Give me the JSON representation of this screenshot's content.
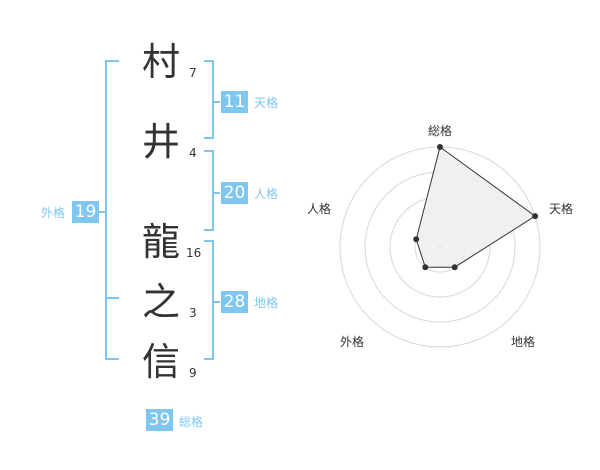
{
  "name_chars": [
    {
      "char": "村",
      "strokes": "7"
    },
    {
      "char": "井",
      "strokes": "4"
    },
    {
      "char": "龍",
      "strokes": "16"
    },
    {
      "char": "之",
      "strokes": "3"
    },
    {
      "char": "信",
      "strokes": "9"
    }
  ],
  "fortunes": {
    "ten": {
      "label": "天格",
      "value": "11"
    },
    "jin": {
      "label": "人格",
      "value": "20"
    },
    "chi": {
      "label": "地格",
      "value": "28"
    },
    "gai": {
      "label": "外格",
      "value": "19"
    },
    "sou": {
      "label": "総格",
      "value": "39"
    }
  },
  "colors": {
    "accent": "#7fc6f0",
    "text": "#333333",
    "grid": "#d8d8d8",
    "fill": "#eeeeee"
  },
  "chart_data": {
    "type": "radar",
    "axes": [
      "総格",
      "天格",
      "地格",
      "外格",
      "人格"
    ],
    "levels": 4,
    "values": [
      4,
      4,
      1,
      1,
      1
    ]
  }
}
